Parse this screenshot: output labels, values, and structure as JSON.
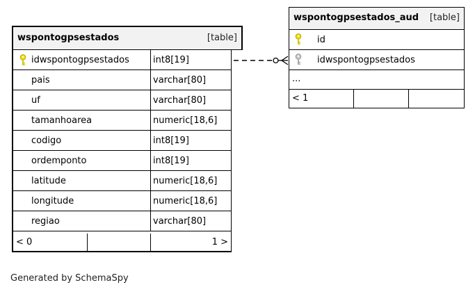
{
  "main_table": {
    "name": "wspontogpsestados",
    "type": "[table]",
    "columns": [
      {
        "name": "idwspontogpsestados",
        "type": "int8[19]",
        "key": "primary"
      },
      {
        "name": "pais",
        "type": "varchar[80]"
      },
      {
        "name": "uf",
        "type": "varchar[80]"
      },
      {
        "name": "tamanhoarea",
        "type": "numeric[18,6]"
      },
      {
        "name": "codigo",
        "type": "int8[19]"
      },
      {
        "name": "ordemponto",
        "type": "int8[19]"
      },
      {
        "name": "latitude",
        "type": "numeric[18,6]"
      },
      {
        "name": "longitude",
        "type": "numeric[18,6]"
      },
      {
        "name": "regiao",
        "type": "varchar[80]"
      }
    ],
    "footer": {
      "left": "< 0",
      "right": "1 >"
    }
  },
  "aud_table": {
    "name": "wspontogpsestados_aud",
    "type": "[table]",
    "columns": [
      {
        "name": "id",
        "key": "primary"
      },
      {
        "name": "idwspontogpsestados",
        "key": "foreign"
      }
    ],
    "ellipsis": "...",
    "footer": {
      "left": "< 1"
    }
  },
  "colors": {
    "primary_key": "#f0dc00",
    "foreign_key": "#b0b0b0",
    "header_bg": "#f2f2f2"
  },
  "caption": "Generated by SchemaSpy"
}
